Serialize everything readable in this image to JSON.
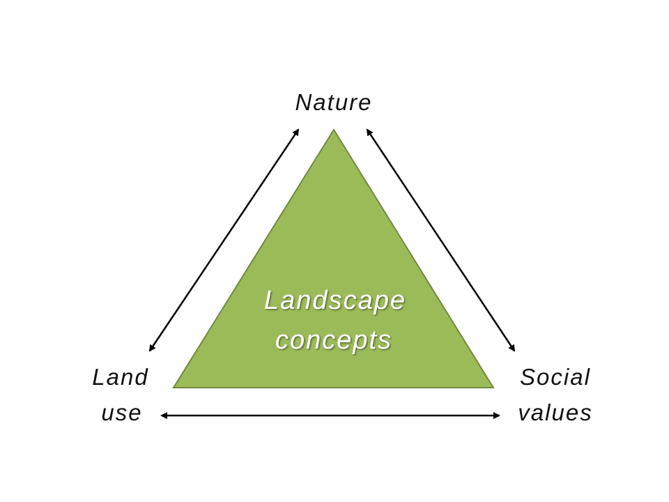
{
  "colors": {
    "triangle_fill": "#9bbb59",
    "triangle_stroke": "#71893f",
    "center_text": "#ffffff",
    "arrow": "#000000"
  },
  "center": {
    "line1": "Landscape",
    "line2": "concepts"
  },
  "nodes": {
    "top": {
      "line1": "Nature"
    },
    "left": {
      "line1": "Land",
      "line2": "use"
    },
    "right": {
      "line1": "Social",
      "line2": "values"
    }
  }
}
